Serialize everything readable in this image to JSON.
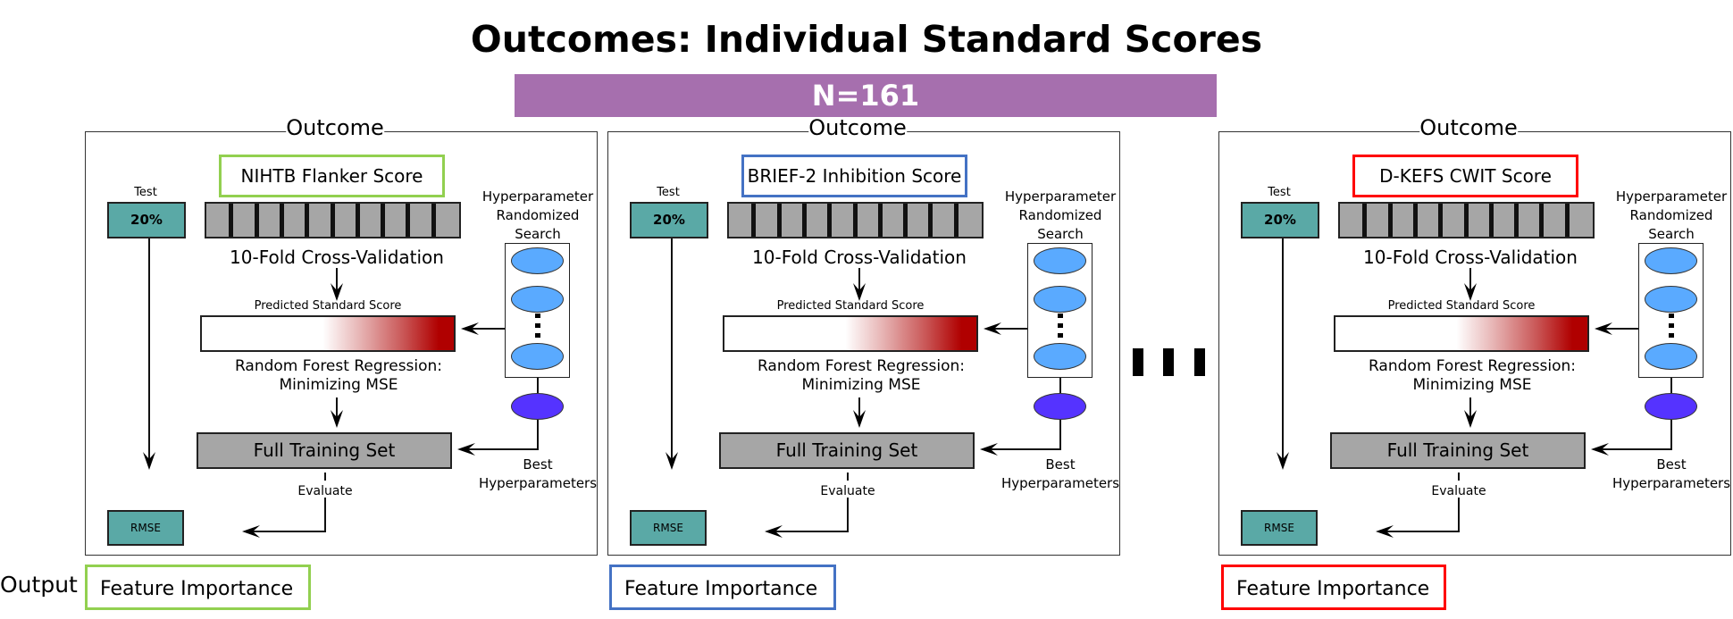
{
  "title": "Outcomes: Individual Standard Scores",
  "sample_size": "N=161",
  "output_label": "Output",
  "colors": {
    "sample_bar": "#a66fae",
    "split_box": "#5aa9a6",
    "fold": "#a6a6a6",
    "hyper_candidate": "#5aaaff",
    "best_hyper": "#5533ff",
    "score_gradient_end": "#b00000"
  },
  "shared": {
    "outcome_label": "Outcome",
    "test_label": "Test",
    "test_split": "20%",
    "cv_label": "10-Fold Cross-Validation",
    "predicted_label": "Predicted Standard Score",
    "rf_line1": "Random Forest Regression:",
    "rf_line2": "Minimizing MSE",
    "full_training": "Full Training Set",
    "evaluate": "Evaluate",
    "metric": "RMSE",
    "hyper_line1": "Hyperparameter",
    "hyper_line2": "Randomized",
    "hyper_line3": "Search",
    "best_line1": "Best",
    "best_line2": "Hyperparameters",
    "feature_importance": "Feature Importance"
  },
  "panels": [
    {
      "outcome": "NIHTB Flanker Score",
      "color": "#92d050"
    },
    {
      "outcome": "BRIEF-2 Inhibition Score",
      "color": "#4472c4"
    },
    {
      "outcome": "D-KEFS CWIT Score",
      "color": "#ff0000"
    }
  ]
}
